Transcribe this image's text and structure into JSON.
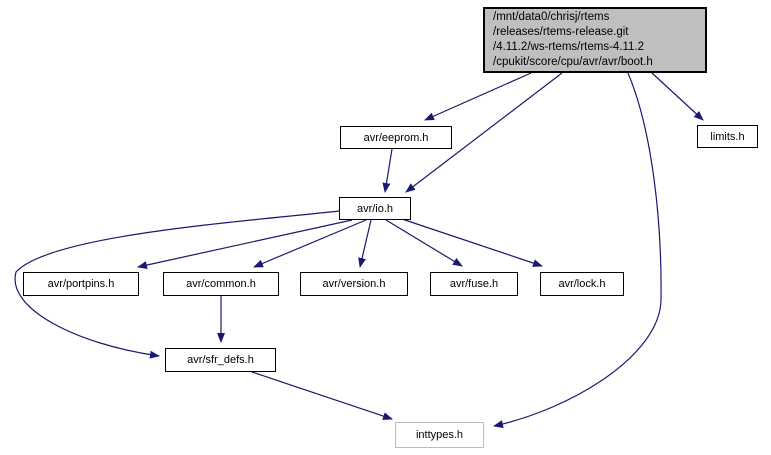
{
  "diagram": {
    "type": "include-dependency-graph",
    "background_color": "#ffffff",
    "edge_color": "#191970",
    "root_node_fill": "#bfbfbf",
    "node_border_color": "#000000",
    "external_node_border_color": "#bdbdbd",
    "nodes": {
      "boot": {
        "label": "/mnt/data0/chrisj/rtems\n/releases/rtems-release.git\n/4.11.2/ws-rtems/rtems-4.11.2\n/cpukit/score/cpu/avr/avr/boot.h"
      },
      "eeprom": {
        "label": "avr/eeprom.h"
      },
      "limits": {
        "label": "limits.h"
      },
      "io": {
        "label": "avr/io.h"
      },
      "portpins": {
        "label": "avr/portpins.h"
      },
      "common": {
        "label": "avr/common.h"
      },
      "version": {
        "label": "avr/version.h"
      },
      "fuse": {
        "label": "avr/fuse.h"
      },
      "lock": {
        "label": "avr/lock.h"
      },
      "sfr_defs": {
        "label": "avr/sfr_defs.h"
      },
      "inttypes": {
        "label": "inttypes.h"
      }
    },
    "edges": [
      {
        "from": "/cpukit/score/cpu/avr/avr/boot.h",
        "to": "avr/eeprom.h"
      },
      {
        "from": "/cpukit/score/cpu/avr/avr/boot.h",
        "to": "avr/io.h"
      },
      {
        "from": "/cpukit/score/cpu/avr/avr/boot.h",
        "to": "limits.h"
      },
      {
        "from": "/cpukit/score/cpu/avr/avr/boot.h",
        "to": "inttypes.h"
      },
      {
        "from": "avr/eeprom.h",
        "to": "avr/io.h"
      },
      {
        "from": "avr/io.h",
        "to": "avr/portpins.h"
      },
      {
        "from": "avr/io.h",
        "to": "avr/common.h"
      },
      {
        "from": "avr/io.h",
        "to": "avr/version.h"
      },
      {
        "from": "avr/io.h",
        "to": "avr/fuse.h"
      },
      {
        "from": "avr/io.h",
        "to": "avr/lock.h"
      },
      {
        "from": "avr/io.h",
        "to": "avr/sfr_defs.h"
      },
      {
        "from": "avr/common.h",
        "to": "avr/sfr_defs.h"
      },
      {
        "from": "avr/sfr_defs.h",
        "to": "inttypes.h"
      }
    ]
  }
}
